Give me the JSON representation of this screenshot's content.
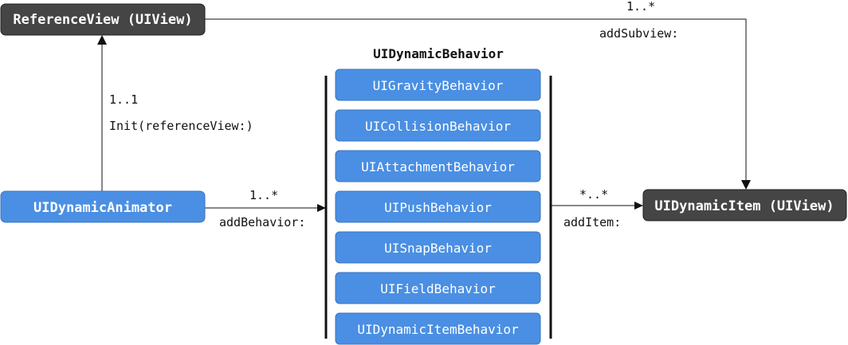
{
  "nodes": {
    "reference_view": "ReferenceView (UIView)",
    "dynamic_animator": "UIDynamicAnimator",
    "dynamic_item": "UIDynamicItem (UIView)"
  },
  "behavior_group": {
    "title": "UIDynamicBehavior",
    "items": [
      "UIGravityBehavior",
      "UICollisionBehavior",
      "UIAttachmentBehavior",
      "UIPushBehavior",
      "UISnapBehavior",
      "UIFieldBehavior",
      "UIDynamicItemBehavior"
    ]
  },
  "edges": {
    "animator_to_reference": {
      "multiplicity": "1..1",
      "method": "Init(referenceView:)"
    },
    "animator_to_behaviors": {
      "multiplicity": "1..*",
      "method": "addBehavior:"
    },
    "behaviors_to_item": {
      "multiplicity": "*..*",
      "method": "addItem:"
    },
    "reference_to_item": {
      "multiplicity": "1..*",
      "method": "addSubview:"
    }
  },
  "colors": {
    "dark_node": "#454545",
    "blue_node": "#4a8fe3",
    "line": "#111111"
  }
}
